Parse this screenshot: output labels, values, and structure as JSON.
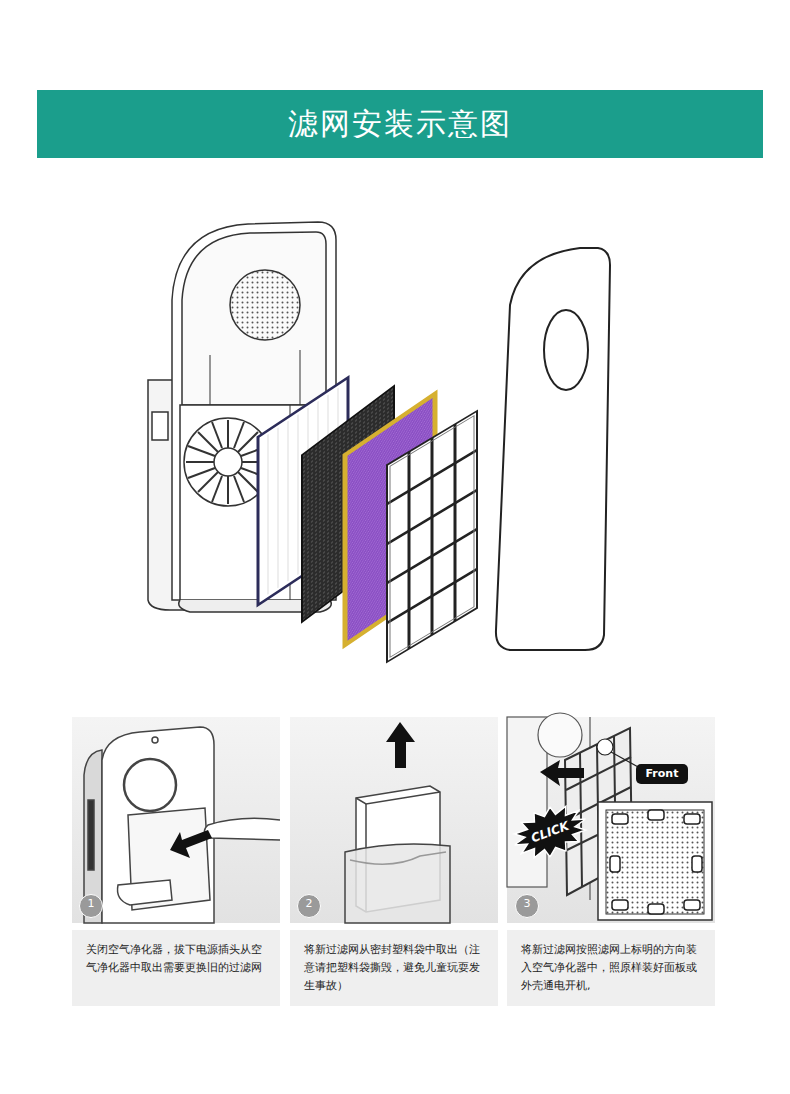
{
  "diagram": {
    "title": "滤网安装示意图",
    "nodes": [
      {
        "text": [
          "1"
        ]
      },
      {
        "text": [
          "关闭空气净化器，拔下电源插头从空气净化器中取出需要更换旧的过滤网"
        ]
      },
      {
        "text": [
          "2"
        ]
      },
      {
        "text": [
          "将新过滤网从密封塑料袋中取出（注意请把塑料袋撕毁，避免儿童玩耍发生事故）"
        ]
      },
      {
        "text": [
          "CLICK"
        ]
      },
      {
        "text": [
          "Front"
        ]
      },
      {
        "text": [
          "3"
        ]
      },
      {
        "text": [
          "将新过滤网按照滤网上标明的方向装入空气净化器中，照原样装好面板或外壳通电开机,"
        ]
      }
    ]
  }
}
